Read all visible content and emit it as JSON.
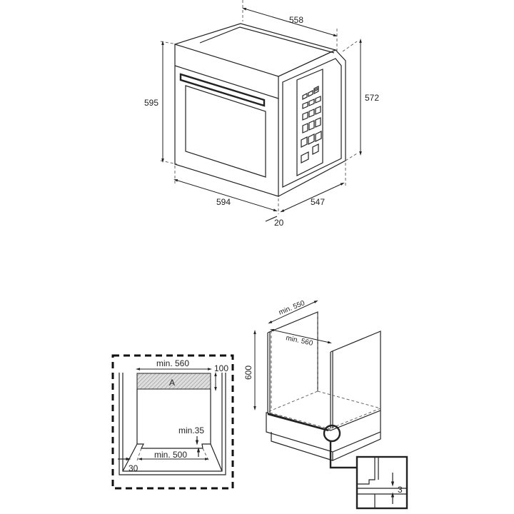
{
  "oven_dimensions": {
    "depth_top": "558",
    "height_front": "595",
    "height_side": "572",
    "width_front": "594",
    "depth_side": "547",
    "front_offset": "20"
  },
  "front_installation": {
    "width_min": "min. 560",
    "vent_height": "100",
    "vent_label": "A",
    "gap_min": "min.35",
    "base_width_min": "min. 500",
    "side_offset": "30"
  },
  "cabinet_installation": {
    "depth_min": "min. 550",
    "width_min": "min. 560",
    "height": "600",
    "detail_gap": "3"
  }
}
